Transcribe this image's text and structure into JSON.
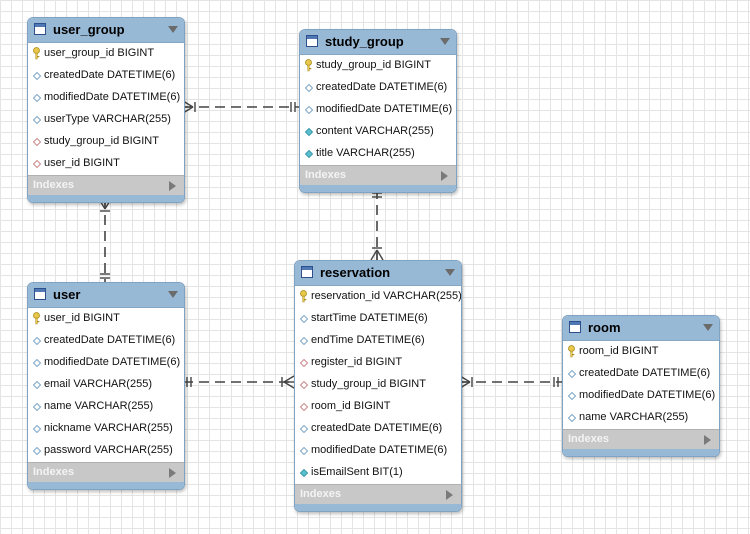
{
  "diagram": {
    "tables": [
      {
        "id": "user_group",
        "name": "user_group",
        "columns": [
          {
            "label": "user_group_id BIGINT",
            "marker": "key"
          },
          {
            "label": "createdDate DATETIME(6)",
            "marker": "plain"
          },
          {
            "label": "modifiedDate DATETIME(6)",
            "marker": "plain"
          },
          {
            "label": "userType VARCHAR(255)",
            "marker": "plain"
          },
          {
            "label": "study_group_id BIGINT",
            "marker": "fk"
          },
          {
            "label": "user_id BIGINT",
            "marker": "fk"
          }
        ],
        "indexes_label": "Indexes"
      },
      {
        "id": "study_group",
        "name": "study_group",
        "columns": [
          {
            "label": "study_group_id BIGINT",
            "marker": "key"
          },
          {
            "label": "createdDate DATETIME(6)",
            "marker": "plain"
          },
          {
            "label": "modifiedDate DATETIME(6)",
            "marker": "plain"
          },
          {
            "label": "content VARCHAR(255)",
            "marker": "notnull"
          },
          {
            "label": "title VARCHAR(255)",
            "marker": "notnull"
          }
        ],
        "indexes_label": "Indexes"
      },
      {
        "id": "user",
        "name": "user",
        "columns": [
          {
            "label": "user_id BIGINT",
            "marker": "key"
          },
          {
            "label": "createdDate DATETIME(6)",
            "marker": "plain"
          },
          {
            "label": "modifiedDate DATETIME(6)",
            "marker": "plain"
          },
          {
            "label": "email VARCHAR(255)",
            "marker": "plain"
          },
          {
            "label": "name VARCHAR(255)",
            "marker": "plain"
          },
          {
            "label": "nickname VARCHAR(255)",
            "marker": "plain"
          },
          {
            "label": "password VARCHAR(255)",
            "marker": "plain"
          }
        ],
        "indexes_label": "Indexes"
      },
      {
        "id": "reservation",
        "name": "reservation",
        "columns": [
          {
            "label": "reservation_id VARCHAR(255)",
            "marker": "key"
          },
          {
            "label": "startTime DATETIME(6)",
            "marker": "plain"
          },
          {
            "label": "endTime DATETIME(6)",
            "marker": "plain"
          },
          {
            "label": "register_id BIGINT",
            "marker": "fk"
          },
          {
            "label": "study_group_id BIGINT",
            "marker": "fk"
          },
          {
            "label": "room_id BIGINT",
            "marker": "fk"
          },
          {
            "label": "createdDate DATETIME(6)",
            "marker": "plain"
          },
          {
            "label": "modifiedDate DATETIME(6)",
            "marker": "plain"
          },
          {
            "label": "isEmailSent BIT(1)",
            "marker": "notnull"
          }
        ],
        "indexes_label": "Indexes"
      },
      {
        "id": "room",
        "name": "room",
        "columns": [
          {
            "label": "room_id BIGINT",
            "marker": "key"
          },
          {
            "label": "createdDate DATETIME(6)",
            "marker": "plain"
          },
          {
            "label": "modifiedDate DATETIME(6)",
            "marker": "plain"
          },
          {
            "label": "name VARCHAR(255)",
            "marker": "plain"
          }
        ],
        "indexes_label": "Indexes"
      }
    ],
    "relationships": [
      {
        "id": "user_group-study_group",
        "from": "user_group",
        "to": "study_group",
        "from_end": "many",
        "to_end": "one"
      },
      {
        "id": "user_group-user",
        "from": "user_group",
        "to": "user",
        "from_end": "many",
        "to_end": "one"
      },
      {
        "id": "study_group-reservation",
        "from": "study_group",
        "to": "reservation",
        "from_end": "one",
        "to_end": "many"
      },
      {
        "id": "user-reservation",
        "from": "user",
        "to": "reservation",
        "from_end": "one",
        "to_end": "many"
      },
      {
        "id": "reservation-room",
        "from": "reservation",
        "to": "room",
        "from_end": "many",
        "to_end": "one"
      }
    ],
    "colors": {
      "header": "#98b9d6",
      "indexes_bar": "#c8c8c8",
      "key_marker": "#e8c84a",
      "plain_marker": "#7fa7c6",
      "fk_marker": "#c98a8a",
      "notnull_marker": "#5bbfd0",
      "connector": "#444444"
    }
  }
}
